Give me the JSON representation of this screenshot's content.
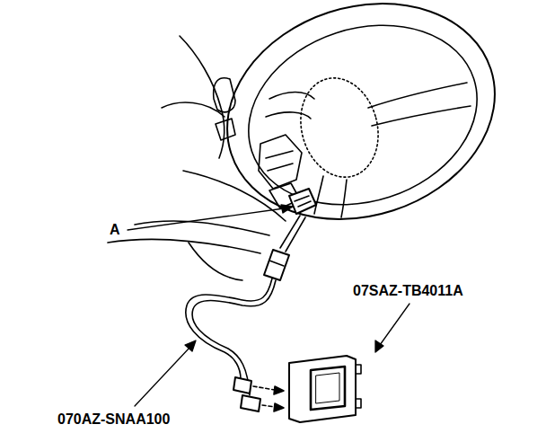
{
  "diagram": {
    "labels": [
      "A",
      "07SAZ-TB4011A",
      "070AZ-SNAA100"
    ]
  }
}
